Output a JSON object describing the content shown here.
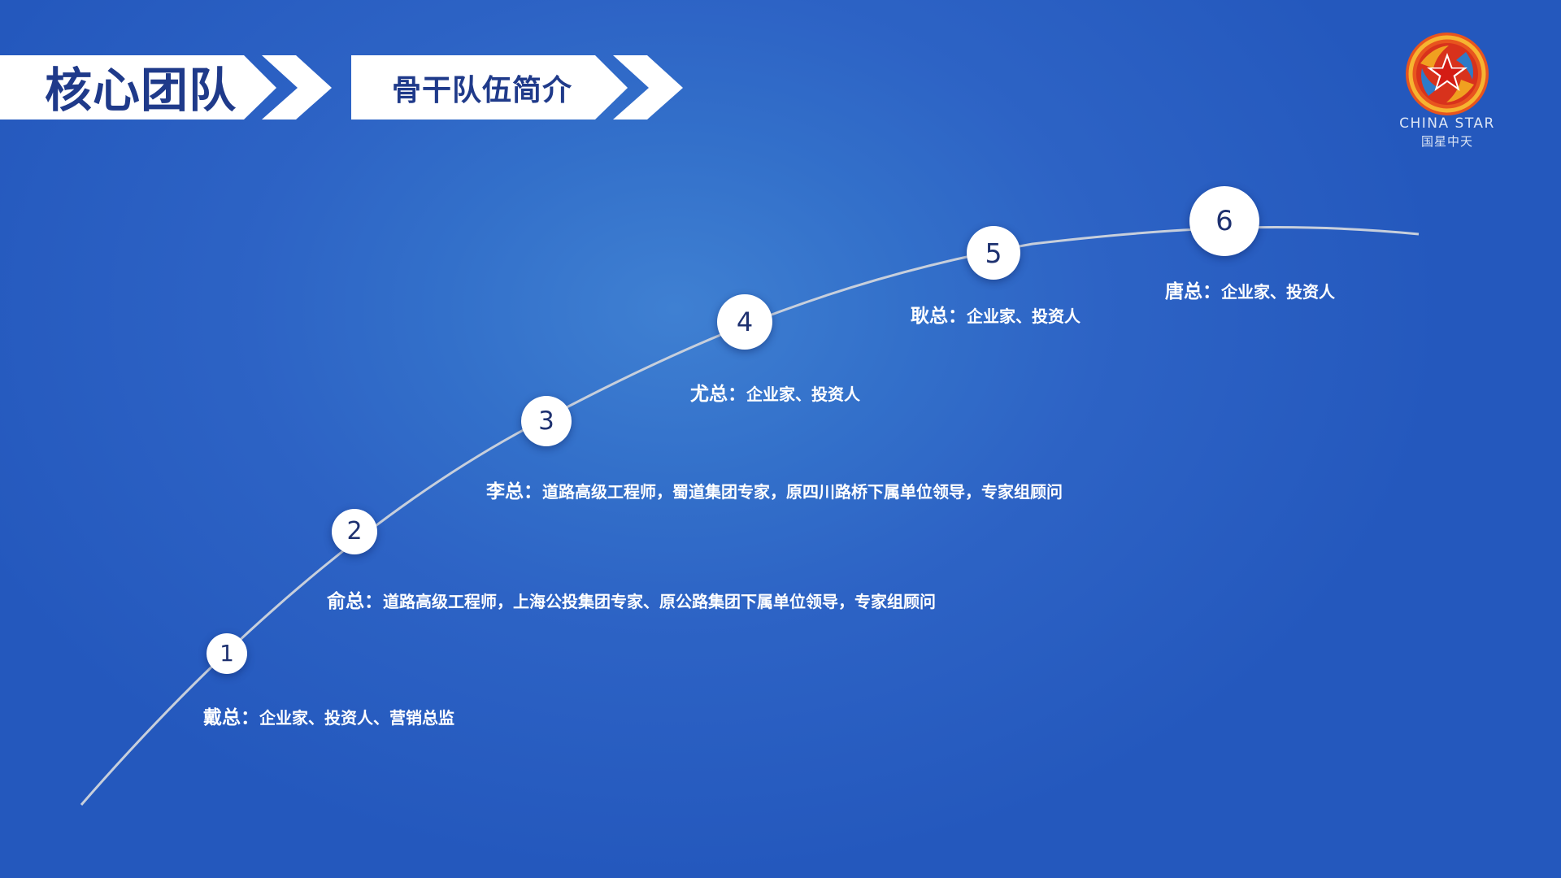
{
  "header": {
    "title": "核心团队",
    "subtitle": "骨干队伍简介"
  },
  "logo": {
    "name": "CHINA STAR",
    "chinese": "国星中天",
    "icon": "star-emblem-icon"
  },
  "colors": {
    "background": "#2d63c5",
    "title_text": "#1f3a8a",
    "banner": "#ffffff",
    "node_text": "#1e3170",
    "logo_red": "#e03a1e",
    "logo_gold": "#f0a020"
  },
  "timeline": {
    "members": [
      {
        "number": "1",
        "name": "戴总：",
        "description": "企业家、投资人、营销总监"
      },
      {
        "number": "2",
        "name": "俞总：",
        "description": "道路高级工程师，上海公投集团专家、原公路集团下属单位领导，专家组顾问"
      },
      {
        "number": "3",
        "name": "李总：",
        "description": "道路高级工程师，蜀道集团专家，原四川路桥下属单位领导，专家组顾问"
      },
      {
        "number": "4",
        "name": "尤总：",
        "description": "企业家、投资人"
      },
      {
        "number": "5",
        "name": "耿总：",
        "description": "企业家、投资人"
      },
      {
        "number": "6",
        "name": "唐总：",
        "description": "企业家、投资人"
      }
    ]
  }
}
